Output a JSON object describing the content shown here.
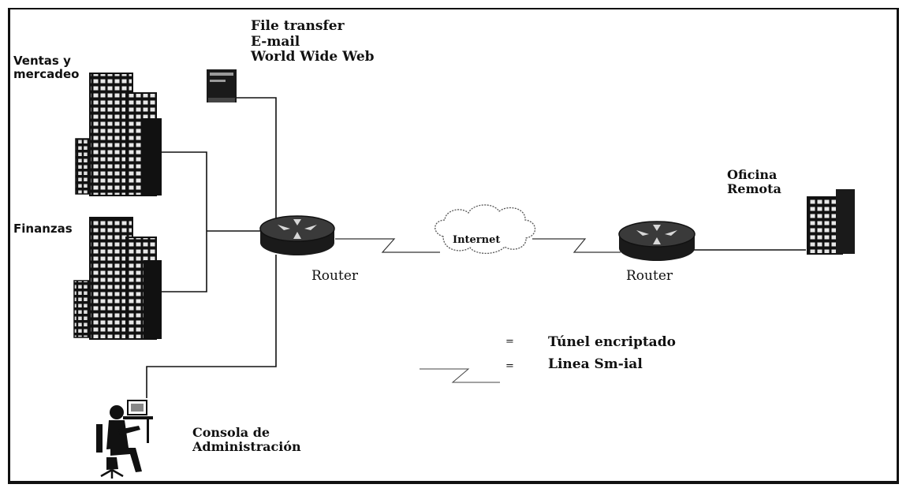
{
  "services": [
    "File transfer",
    "E-mail",
    "World Wide Web"
  ],
  "sites": {
    "sales": [
      "Ventas y",
      "mercadeo"
    ],
    "finance": "Finanzas",
    "remote": [
      "Oficina",
      "Remota"
    ],
    "console": [
      "Consola de",
      "Administración"
    ]
  },
  "routers": {
    "left": "Router",
    "right": "Router"
  },
  "cloud": "Internet",
  "legend": {
    "marker_1": "=",
    "tunnel": "Túnel encriptado",
    "marker_2": "=",
    "serial": "Linea Sm-ial"
  }
}
